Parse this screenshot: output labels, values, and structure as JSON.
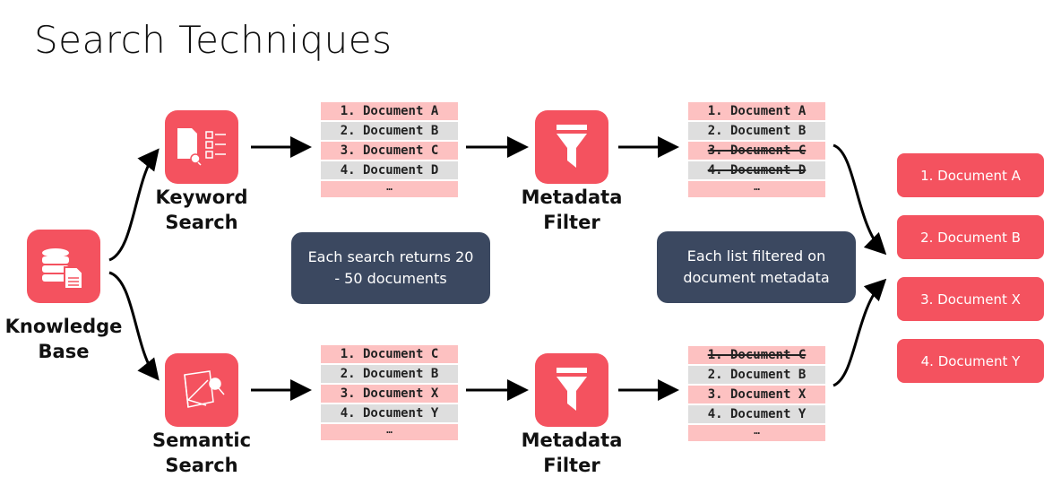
{
  "title": "Search Techniques",
  "nodes": {
    "knowledge_base": {
      "line1": "Knowledge",
      "line2": "Base"
    },
    "keyword_search": {
      "line1": "Keyword",
      "line2": "Search"
    },
    "semantic_search": {
      "line1": "Semantic",
      "line2": "Search"
    },
    "metadata_filter_top": {
      "line1": "Metadata",
      "line2": "Filter"
    },
    "metadata_filter_bottom": {
      "line1": "Metadata",
      "line2": "Filter"
    }
  },
  "lists": {
    "keyword_results": [
      {
        "text": "1. Document A",
        "struck": false
      },
      {
        "text": "2. Document B",
        "struck": false
      },
      {
        "text": "3. Document C",
        "struck": false
      },
      {
        "text": "4. Document D",
        "struck": false
      },
      {
        "text": "…",
        "struck": false
      }
    ],
    "semantic_results": [
      {
        "text": "1. Document C",
        "struck": false
      },
      {
        "text": "2. Document B",
        "struck": false
      },
      {
        "text": "3. Document X",
        "struck": false
      },
      {
        "text": "4. Document Y",
        "struck": false
      },
      {
        "text": "…",
        "struck": false
      }
    ],
    "keyword_filtered": [
      {
        "text": "1. Document A",
        "struck": false
      },
      {
        "text": "2. Document B",
        "struck": false
      },
      {
        "text": "3. Document C",
        "struck": true
      },
      {
        "text": "4. Document D",
        "struck": true
      },
      {
        "text": "…",
        "struck": false
      }
    ],
    "semantic_filtered": [
      {
        "text": "1. Document C",
        "struck": true
      },
      {
        "text": "2. Document B",
        "struck": false
      },
      {
        "text": "3. Document X",
        "struck": false
      },
      {
        "text": "4. Document Y",
        "struck": false
      },
      {
        "text": "…",
        "struck": false
      }
    ]
  },
  "notes": {
    "search_returns": "Each search returns 20 - 50 documents",
    "filtered": "Each list filtered on document metadata"
  },
  "final_results": [
    "1. Document A",
    "2. Document B",
    "3. Document X",
    "4. Document Y"
  ],
  "colors": {
    "accent": "#f4525f",
    "note_bg": "#3b4860",
    "row_pink": "#fdc1c1",
    "row_gray": "#dedede"
  }
}
